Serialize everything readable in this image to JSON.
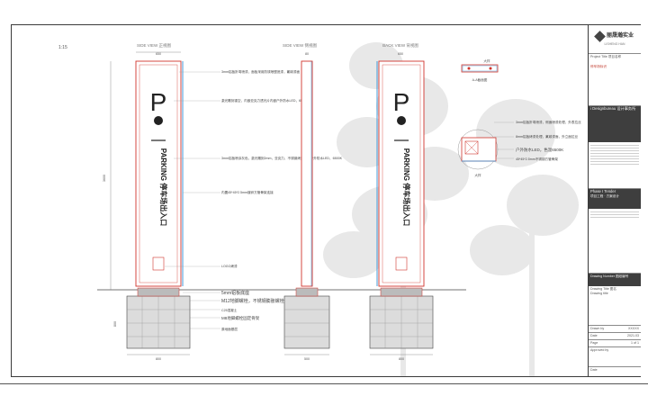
{
  "drawing": {
    "scale_label": "1:15",
    "view_titles": [
      "SIDE VIEW 正视图",
      "SIDE VIEW 侧视图",
      "BACK VIEW 背视图"
    ],
    "detail_labels": [
      "A-A截面图",
      "大样"
    ],
    "dims": {
      "width_top": "650",
      "height_total": "3600",
      "base_height": "800",
      "base_width_front": "800",
      "base_width_side": "500",
      "base_width_back": "800",
      "side_top": "80"
    },
    "sign_letter": "P",
    "sign_text": "PARKING 停车场出入口",
    "annotations_front": [
      "3mm铝板折弯喷漆，面板采用防锈喷塑底漆，氟碳漆面",
      "激光雕刻镂空，内嵌亚克力透光片内嵌户外防水LED，6500K",
      "3mm铝板喷涂灰色，激光雕刻2mm，亚克力，不锈钢烤漆内嵌户外防水LED，6500K",
      "内置45*45*2.5mm镀锌方管骨架连接",
      "LOGO烤漆",
      "5mm铝板底座",
      "M12地脚螺栓，不锈钢膨胀螺栓",
      "C25混凝土",
      "M8地脚螺栓固定骨架",
      "原地面基层"
    ],
    "annotations_detail": [
      "3mm铝板折弯喷漆，侧面喷漆处理，外表拉丝",
      "8mm铝板烤漆处理，氟碳漆面，外立面拉丝",
      "户外防水LED，色温6500K",
      "45*45*2.5mm不锈钢方管骨架"
    ]
  },
  "title_block": {
    "company": "丽晟瀚实业",
    "company_en": "LISHENG HAN",
    "project_label": "Project Title 项目名称",
    "project_value": "停车场标识",
    "designer_label": "i Designbureau 设计事务所",
    "phase_label": "Phase I Tender",
    "phase_sub": "项目工程 · 方案设计",
    "drawing_number_label": "Drawing Number 图纸编号",
    "drawing_title_label": "Drawing Title 图名",
    "drawing_title_value": "Drawing title",
    "drawn_label": "Drawn by",
    "drawn_value": "XXXXX",
    "date_label": "Date",
    "date_value": "2021.03",
    "page_label": "Page",
    "page_value": "1 of 1",
    "approved_label": "Approved by",
    "date2_label": "Date"
  },
  "colors": {
    "outline_red": "#d0342c",
    "outline_blue": "#2f8fd6",
    "ink": "#333333",
    "tree": "#e6e6e6",
    "concrete": "#dcdcdc",
    "title_dark": "#3e3e3e"
  }
}
